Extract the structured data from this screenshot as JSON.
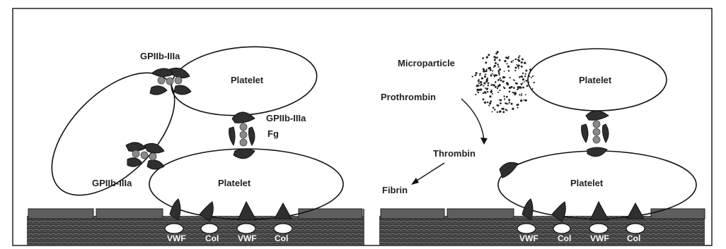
{
  "left_panel": {
    "platelet_top": "Platelet",
    "platelet_bottom": "Platelet",
    "receptor_top": "GPIIb-IIIa",
    "receptor_mid": "GPIIb-IIIa",
    "fibrinogen": "Fg",
    "receptor_bottom": "GPIIb-IIIa"
  },
  "right_panel": {
    "microparticle": "Microparticle",
    "prothrombin": "Prothrombin",
    "thrombin": "Thrombin",
    "fibrin": "Fibrin",
    "platelet_top": "Platelet",
    "platelet_bottom": "Platelet"
  },
  "substrate_labels": [
    "VWF",
    "Col",
    "VWF",
    "Col"
  ]
}
